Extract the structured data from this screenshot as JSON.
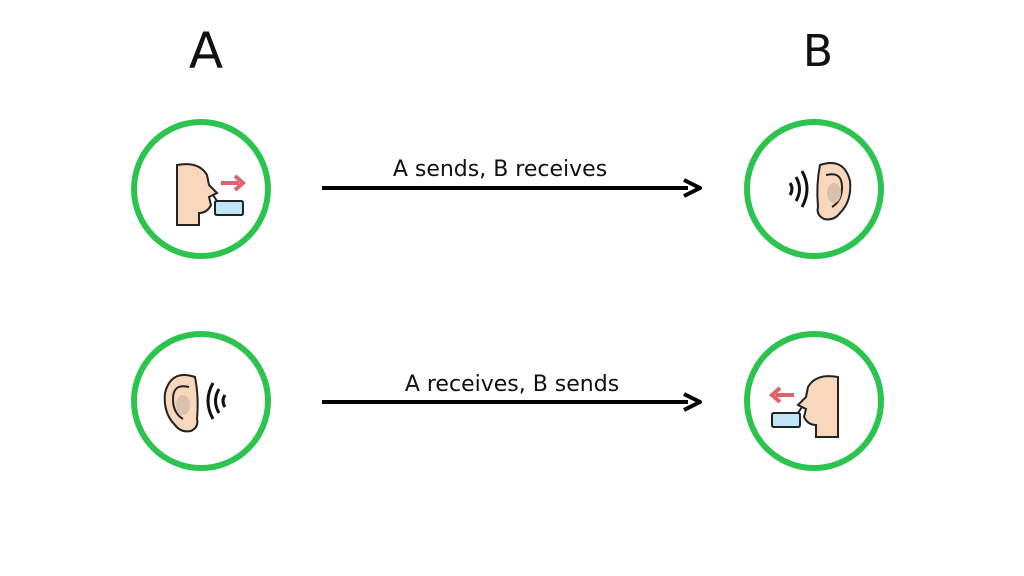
{
  "columns": {
    "left": "A",
    "right": "B"
  },
  "rows": [
    {
      "label": "A sends, B receives",
      "left_icon": "speaking-head-icon",
      "right_icon": "ear-icon"
    },
    {
      "label": "A receives, B sends",
      "left_icon": "ear-icon",
      "right_icon": "speaking-head-icon"
    }
  ],
  "colors": {
    "circle": "#2cc44f",
    "arrow": "#000000",
    "skin": "#f9d7bd",
    "speech_arrow": "#e0606e",
    "bubble": "#bfe6f7"
  }
}
